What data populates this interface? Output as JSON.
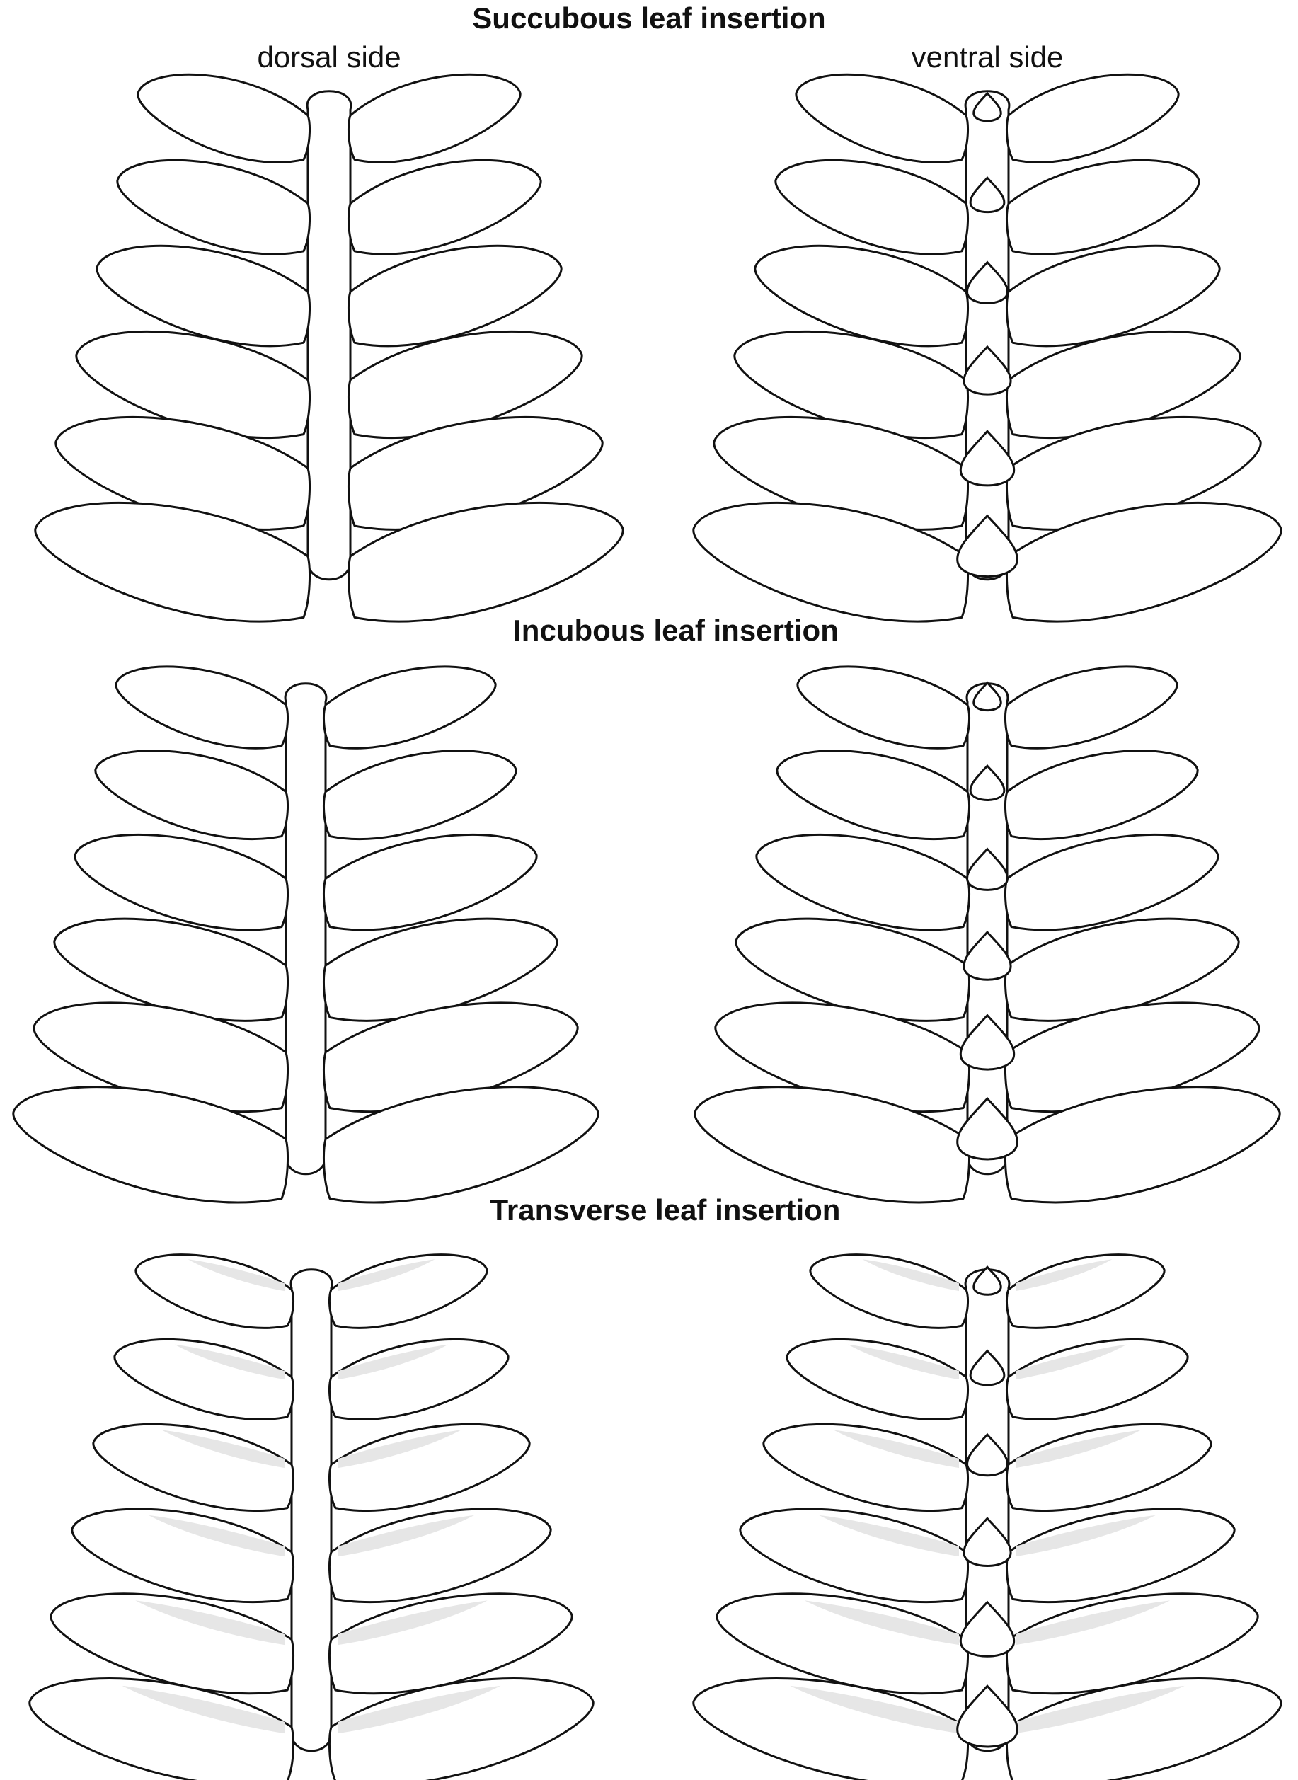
{
  "headings": {
    "succubous": "Succubous leaf insertion",
    "incubous": "Incubous leaf insertion",
    "transverse": "Transverse leaf insertion"
  },
  "side_labels": {
    "dorsal": "dorsal side",
    "ventral": "ventral side"
  },
  "colors": {
    "outline": "#111111",
    "leaf_fill": "#ffffff",
    "shading": "#e6e6e6"
  },
  "panels": [
    {
      "id": "succubous-dorsal",
      "section": "succubous",
      "side": "dorsal",
      "leaves_per_side": 6,
      "underleaves": false,
      "shaded": false
    },
    {
      "id": "succubous-ventral",
      "section": "succubous",
      "side": "ventral",
      "leaves_per_side": 6,
      "underleaves": true,
      "shaded": false
    },
    {
      "id": "incubous-dorsal",
      "section": "incubous",
      "side": "dorsal",
      "leaves_per_side": 6,
      "underleaves": false,
      "shaded": false
    },
    {
      "id": "incubous-ventral",
      "section": "incubous",
      "side": "ventral",
      "leaves_per_side": 6,
      "underleaves": true,
      "shaded": false
    },
    {
      "id": "transverse-dorsal",
      "section": "transverse",
      "side": "dorsal",
      "leaves_per_side": 6,
      "underleaves": false,
      "shaded": true
    },
    {
      "id": "transverse-ventral",
      "section": "transverse",
      "side": "ventral",
      "leaves_per_side": 6,
      "underleaves": true,
      "shaded": true
    }
  ]
}
